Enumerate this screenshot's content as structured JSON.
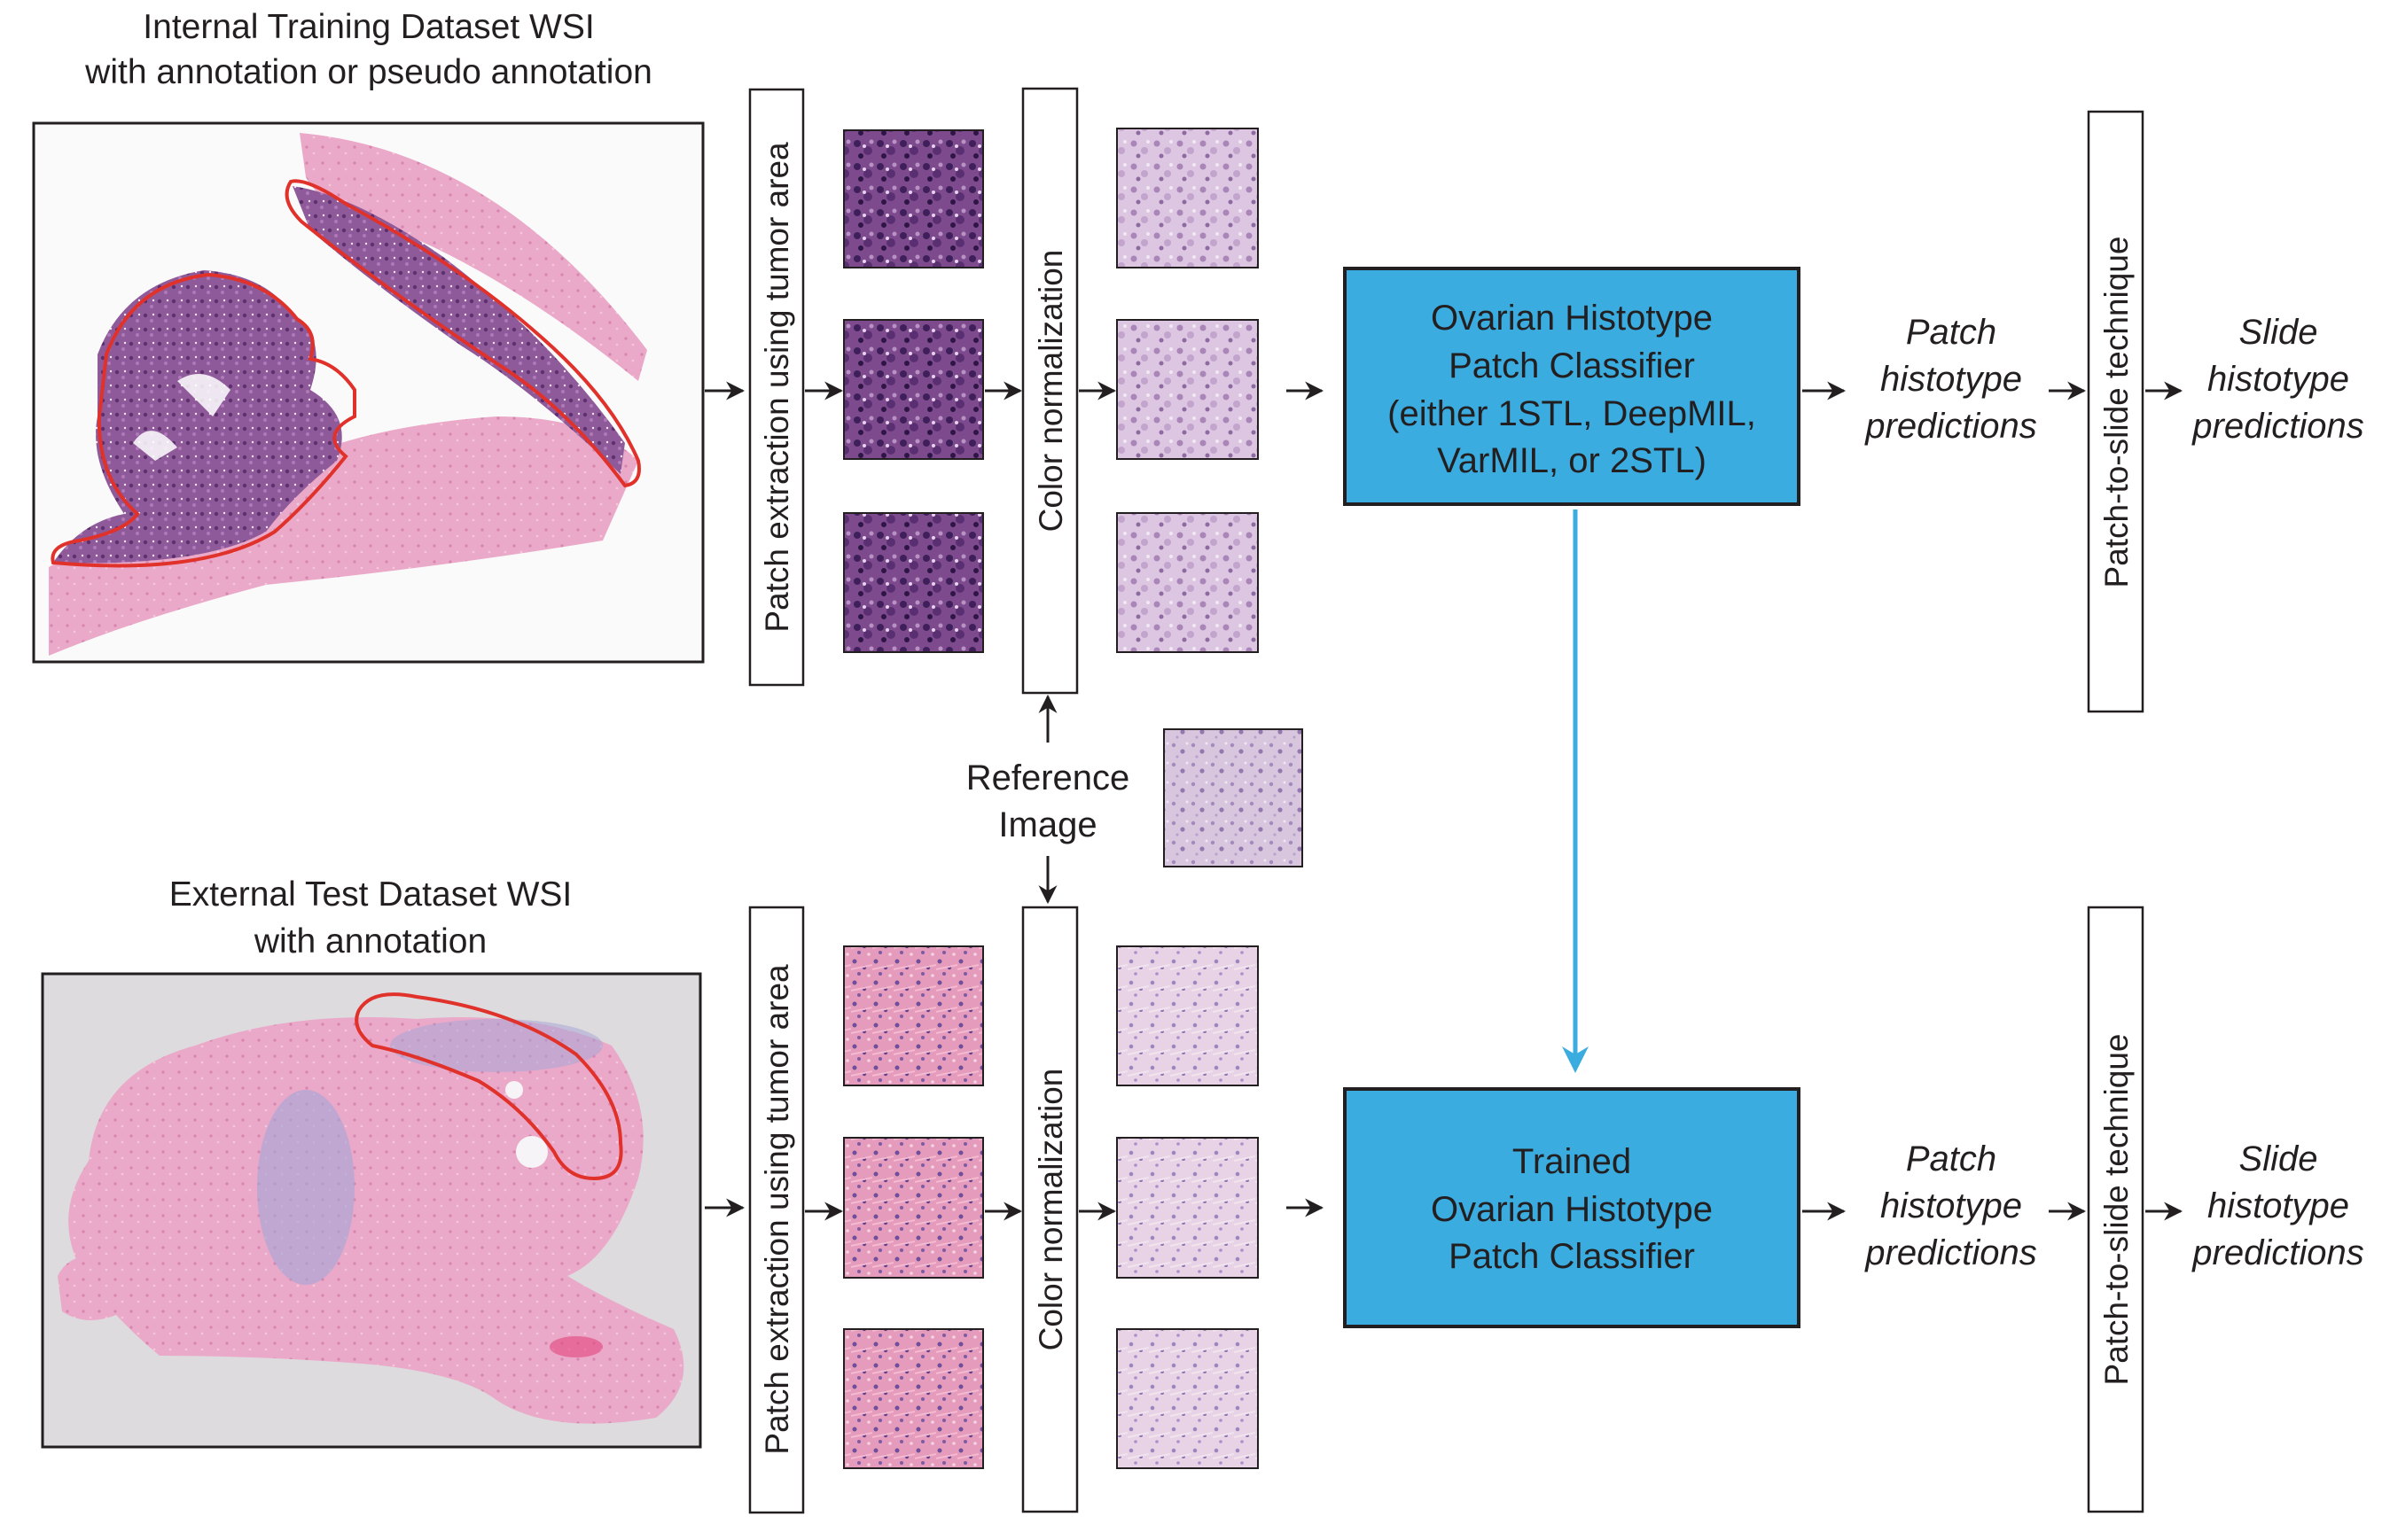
{
  "train": {
    "wsi_title_line1": "Internal Training Dataset WSI",
    "wsi_title_line2": "with annotation or pseudo annotation",
    "patch_extraction_label": "Patch extraction using tumor area",
    "color_normalization_label": "Color normalization",
    "classifier_line1": "Ovarian Histotype",
    "classifier_line2": "Patch Classifier",
    "classifier_line3": "(either 1STL, DeepMIL,",
    "classifier_line4": "VarMIL, or 2STL)",
    "patch_pred_line1": "Patch",
    "patch_pred_line2": "histotype",
    "patch_pred_line3": "predictions",
    "patch_to_slide_label": "Patch-to-slide technique",
    "slide_pred_line1": "Slide",
    "slide_pred_line2": "histotype",
    "slide_pred_line3": "predictions"
  },
  "reference": {
    "line1": "Reference",
    "line2": "Image"
  },
  "test": {
    "wsi_title_line1": "External Test Dataset WSI",
    "wsi_title_line2": "with annotation",
    "patch_extraction_label": "Patch extraction using tumor area",
    "color_normalization_label": "Color normalization",
    "classifier_line1": "Trained",
    "classifier_line2": "Ovarian Histotype",
    "classifier_line3": "Patch Classifier",
    "patch_pred_line1": "Patch",
    "patch_pred_line2": "histotype",
    "patch_pred_line3": "predictions",
    "patch_to_slide_label": "Patch-to-slide technique",
    "slide_pred_line1": "Slide",
    "slide_pred_line2": "histotype",
    "slide_pred_line3": "predictions"
  },
  "colors": {
    "classifier_fill": "#3aacdf",
    "transfer_arrow": "#3aacdf",
    "annotation_outline": "#e0312a",
    "ink": "#231f20"
  }
}
